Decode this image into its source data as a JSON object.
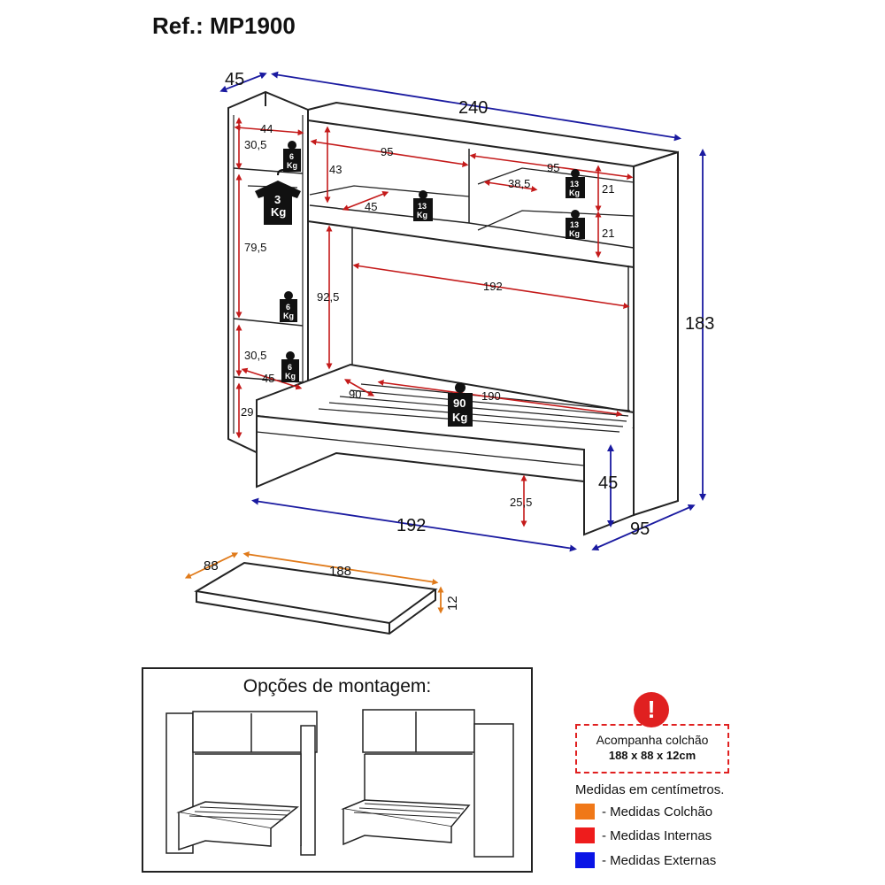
{
  "ref": "Ref.: MP1900",
  "colors": {
    "external": "#1a1aa0",
    "internal": "#c41a1a",
    "mattress": "#e07a1a"
  },
  "dimensions": {
    "external": {
      "depth_top": "45",
      "width": "240",
      "height": "183",
      "bed_length": "192",
      "bed_depth": "95",
      "bed_height": "45"
    },
    "internal": {
      "shelf_44": "44",
      "left_top": "30,5",
      "left_mid": "79,5",
      "left_low": "30,5",
      "left_bottom": "29",
      "left_depth": "45",
      "upper_h": "43",
      "upper_w": "95",
      "upper_d": "45",
      "right_w": "95",
      "right_d": "38,5",
      "right_h1": "21",
      "right_h2": "21",
      "inner_w": "192",
      "inner_h": "92,5",
      "bed_w": "90",
      "bed_l": "190",
      "leg_h": "25,5"
    },
    "mattress": {
      "width": "88",
      "length": "188",
      "thickness": "12"
    }
  },
  "weights": {
    "w6_top": [
      "6",
      "Kg"
    ],
    "w3": [
      "3",
      "Kg"
    ],
    "w13_upper": [
      "13",
      "Kg"
    ],
    "w13_right_top": [
      "13",
      "Kg"
    ],
    "w13_right_bottom": [
      "13",
      "Kg"
    ],
    "w6_mid": [
      "6",
      "Kg"
    ],
    "w6_low": [
      "6",
      "Kg"
    ],
    "w90": [
      "90",
      "Kg"
    ]
  },
  "options_title": "Opções de montagem:",
  "notice": {
    "line1": "Acompanha colchão",
    "line2": "188 x 88 x 12cm",
    "icon": "exclamation-icon"
  },
  "units_note": "Medidas em centímetros.",
  "legend": [
    {
      "label": "- Medidas Colchão",
      "color": "#f07818"
    },
    {
      "label": "- Medidas Internas",
      "color": "#ee1c1c"
    },
    {
      "label": "- Medidas Externas",
      "color": "#0a14e6"
    }
  ]
}
